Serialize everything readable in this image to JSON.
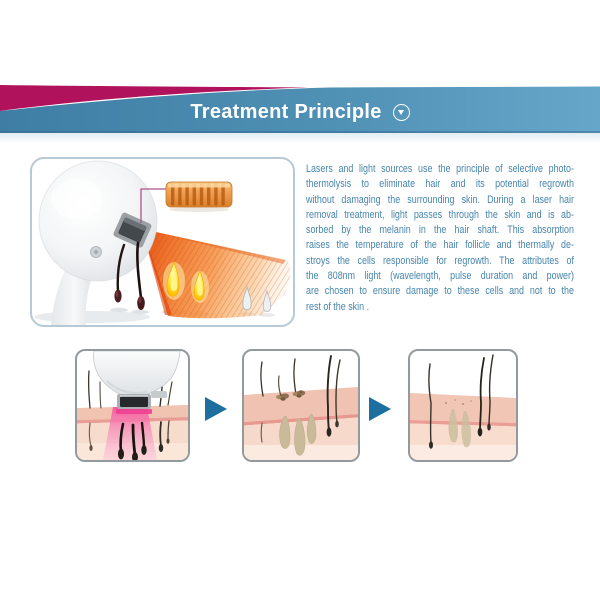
{
  "banner": {
    "title": "Treatment Principle",
    "icon": "circle-chevron-down-icon",
    "colors": {
      "magenta": "#b1125c",
      "blue_left": "#3f7ea4",
      "blue_right": "#66a7c9"
    }
  },
  "principle": {
    "text_color": "#4785ad",
    "lines": [
      "Lasers and light sources use the principle of selective photo-",
      "thermolysis to eliminate hair and its potential regrowth",
      "without damaging the surrounding skin. During a laser hair",
      "removal treatment, light passes through the skin and is ab-",
      "sorbed by the melanin in the hair shaft. This absorption",
      "raises the temperature of the hair follicle and thermally de-",
      "stroys the cells responsible for regrowth. The attributes of",
      "the 808nm light (wavelength, pulse duration and power)",
      "are chosen to ensure damage to these cells and not to the",
      "rest of the skin ."
    ],
    "illustration_elements": [
      "laser-handpiece",
      "laser-diode-bar",
      "laser-beam",
      "hair-with-root",
      "heated-follicle",
      "destroyed-follicle"
    ]
  },
  "steps": {
    "arrow_color": "#1c6f9f",
    "panels": [
      {
        "name": "laser-applied-to-skin"
      },
      {
        "name": "damaged-follicles-hair-shedding"
      },
      {
        "name": "smooth-skin-result"
      }
    ]
  }
}
